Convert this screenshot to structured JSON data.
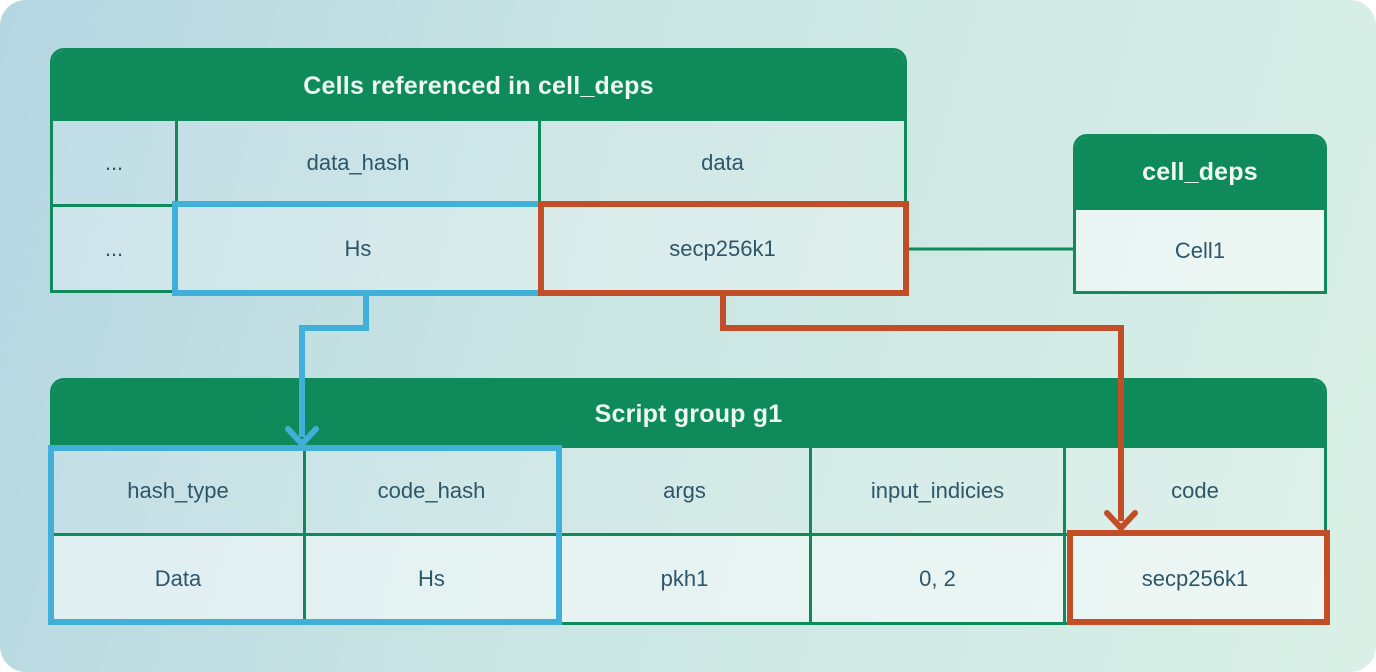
{
  "colors": {
    "header_green": "#0f8a5a",
    "highlight_blue": "#41b0d9",
    "highlight_orange": "#c24e27",
    "cell_text": "#2e5669"
  },
  "tables": {
    "cells_referenced": {
      "title": "Cells referenced in cell_deps",
      "columns": [
        "...",
        "data_hash",
        "data"
      ],
      "row": [
        "...",
        "Hs",
        "secp256k1"
      ]
    },
    "cell_deps": {
      "title": "cell_deps",
      "row": [
        "Cell1"
      ]
    },
    "script_group": {
      "title": "Script group g1",
      "columns": [
        "hash_type",
        "code_hash",
        "args",
        "input_indicies",
        "code"
      ],
      "row": [
        "Data",
        "Hs",
        "pkh1",
        "0, 2",
        "secp256k1"
      ]
    }
  },
  "connectors": [
    {
      "id": "hs-to-script-group-columns",
      "kind": "arrow",
      "color": "#41b0d9"
    },
    {
      "id": "dep-data-to-code-cell",
      "kind": "arrow",
      "color": "#c24e27"
    },
    {
      "id": "dep-cell-to-cell-deps",
      "kind": "line",
      "color": "#0f8a5a"
    }
  ]
}
